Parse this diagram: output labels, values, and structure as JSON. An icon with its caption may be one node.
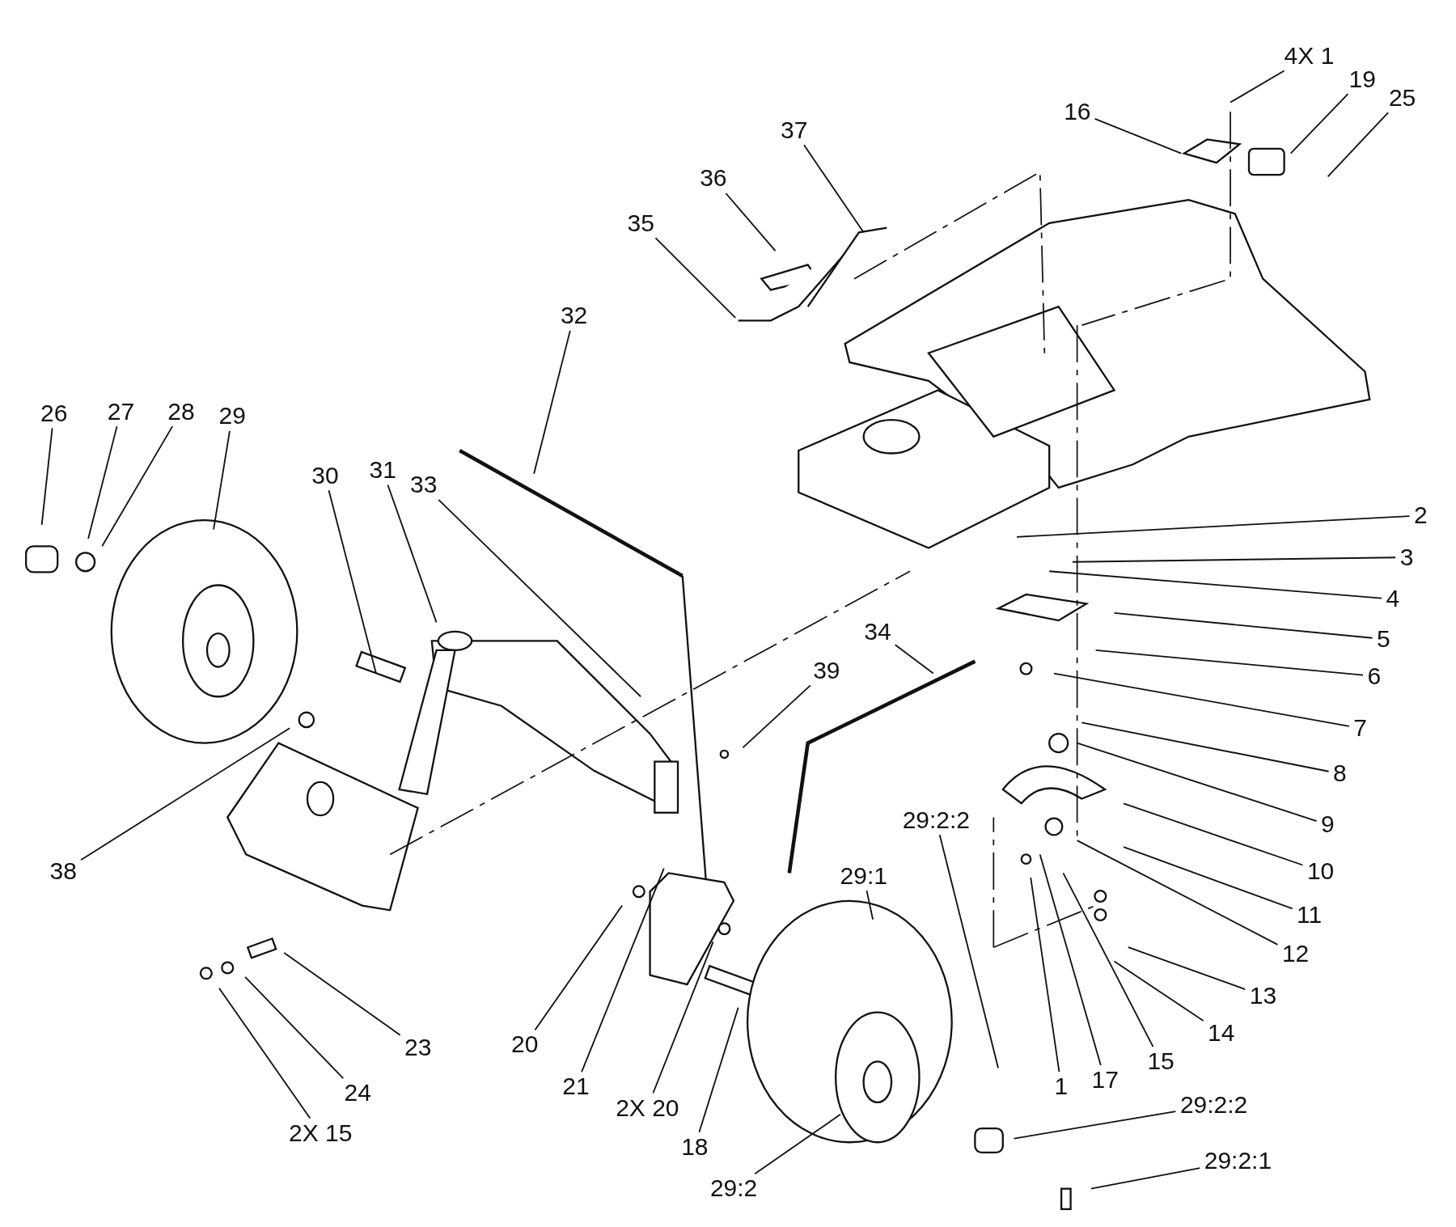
{
  "diagram": {
    "nodes": [
      {
        "text": [
          "4X 1"
        ]
      },
      {
        "text": [
          "19"
        ]
      },
      {
        "text": [
          "25"
        ]
      },
      {
        "text": [
          "16"
        ]
      },
      {
        "text": [
          "37"
        ]
      },
      {
        "text": [
          "36"
        ]
      },
      {
        "text": [
          "35"
        ]
      },
      {
        "text": [
          "32"
        ]
      },
      {
        "text": [
          "26"
        ]
      },
      {
        "text": [
          "27"
        ]
      },
      {
        "text": [
          "28"
        ]
      },
      {
        "text": [
          "29"
        ]
      },
      {
        "text": [
          "30"
        ]
      },
      {
        "text": [
          "31"
        ]
      },
      {
        "text": [
          "33"
        ]
      },
      {
        "text": [
          "2"
        ]
      },
      {
        "text": [
          "3"
        ]
      },
      {
        "text": [
          "4"
        ]
      },
      {
        "text": [
          "5"
        ]
      },
      {
        "text": [
          "6"
        ]
      },
      {
        "text": [
          "34"
        ]
      },
      {
        "text": [
          "39"
        ]
      },
      {
        "text": [
          "7"
        ]
      },
      {
        "text": [
          "8"
        ]
      },
      {
        "text": [
          "9"
        ]
      },
      {
        "text": [
          "10"
        ]
      },
      {
        "text": [
          "11"
        ]
      },
      {
        "text": [
          "12"
        ]
      },
      {
        "text": [
          "13"
        ]
      },
      {
        "text": [
          "14"
        ]
      },
      {
        "text": [
          "38"
        ]
      },
      {
        "text": [
          "29:2:2"
        ]
      },
      {
        "text": [
          "29:1"
        ]
      },
      {
        "text": [
          "15"
        ]
      },
      {
        "text": [
          "17"
        ]
      },
      {
        "text": [
          "1"
        ]
      },
      {
        "text": [
          "29:2:2"
        ]
      },
      {
        "text": [
          "29:2:1"
        ]
      },
      {
        "text": [
          "23"
        ]
      },
      {
        "text": [
          "20"
        ]
      },
      {
        "text": [
          "21"
        ]
      },
      {
        "text": [
          "2X 20"
        ]
      },
      {
        "text": [
          "18"
        ]
      },
      {
        "text": [
          "24"
        ]
      },
      {
        "text": [
          "2X 15"
        ]
      },
      {
        "text": [
          "29:2"
        ]
      }
    ],
    "edges": [
      {
        "from": 0,
        "to": null,
        "arrow": "none"
      },
      {
        "from": 1,
        "to": null,
        "arrow": "none"
      },
      {
        "from": 2,
        "to": null,
        "arrow": "none"
      },
      {
        "from": 3,
        "to": null,
        "arrow": "none"
      },
      {
        "from": 4,
        "to": null,
        "arrow": "none"
      },
      {
        "from": 5,
        "to": null,
        "arrow": "none"
      },
      {
        "from": 6,
        "to": null,
        "arrow": "none"
      },
      {
        "from": 7,
        "to": null,
        "arrow": "none"
      },
      {
        "from": 8,
        "to": null,
        "arrow": "none"
      },
      {
        "from": 9,
        "to": null,
        "arrow": "none"
      },
      {
        "from": 10,
        "to": null,
        "arrow": "none"
      },
      {
        "from": 11,
        "to": null,
        "arrow": "none"
      },
      {
        "from": 12,
        "to": null,
        "arrow": "none"
      },
      {
        "from": 13,
        "to": null,
        "arrow": "none"
      },
      {
        "from": 14,
        "to": null,
        "arrow": "none"
      },
      {
        "from": 15,
        "to": null,
        "arrow": "none"
      },
      {
        "from": 16,
        "to": null,
        "arrow": "none"
      },
      {
        "from": 17,
        "to": null,
        "arrow": "none"
      },
      {
        "from": 18,
        "to": null,
        "arrow": "none"
      },
      {
        "from": 19,
        "to": null,
        "arrow": "none"
      },
      {
        "from": 20,
        "to": null,
        "arrow": "none"
      },
      {
        "from": 21,
        "to": null,
        "arrow": "none"
      },
      {
        "from": 22,
        "to": null,
        "arrow": "none"
      },
      {
        "from": 23,
        "to": null,
        "arrow": "none"
      },
      {
        "from": 24,
        "to": null,
        "arrow": "none"
      },
      {
        "from": 25,
        "to": null,
        "arrow": "none"
      },
      {
        "from": 26,
        "to": null,
        "arrow": "none"
      },
      {
        "from": 27,
        "to": null,
        "arrow": "none"
      },
      {
        "from": 28,
        "to": null,
        "arrow": "none"
      },
      {
        "from": 29,
        "to": null,
        "arrow": "none"
      },
      {
        "from": 30,
        "to": null,
        "arrow": "none"
      },
      {
        "from": 31,
        "to": null,
        "arrow": "none"
      },
      {
        "from": 32,
        "to": null,
        "arrow": "none"
      },
      {
        "from": 33,
        "to": null,
        "arrow": "none"
      },
      {
        "from": 34,
        "to": null,
        "arrow": "none"
      },
      {
        "from": 35,
        "to": null,
        "arrow": "none"
      },
      {
        "from": 36,
        "to": null,
        "arrow": "none"
      },
      {
        "from": 37,
        "to": null,
        "arrow": "none"
      },
      {
        "from": 38,
        "to": null,
        "arrow": "none"
      },
      {
        "from": 39,
        "to": null,
        "arrow": "none"
      },
      {
        "from": 40,
        "to": null,
        "arrow": "none"
      },
      {
        "from": 41,
        "to": null,
        "arrow": "none"
      },
      {
        "from": 42,
        "to": null,
        "arrow": "none"
      },
      {
        "from": 43,
        "to": null,
        "arrow": "none"
      },
      {
        "from": 44,
        "to": null,
        "arrow": "none"
      },
      {
        "from": 45,
        "to": null,
        "arrow": "none"
      }
    ]
  }
}
